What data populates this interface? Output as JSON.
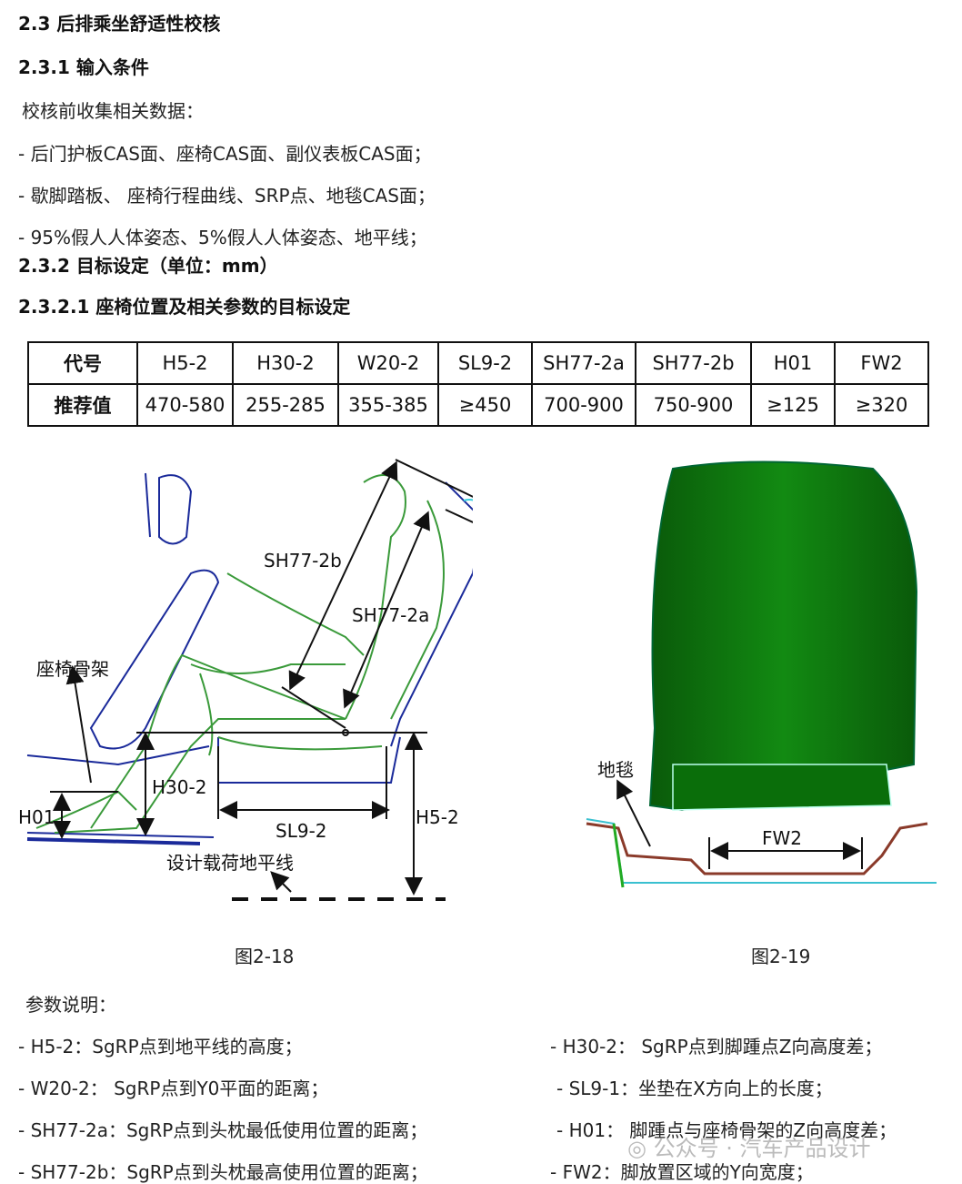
{
  "headings": {
    "h1": "2.3 后排乘坐舒适性校核",
    "h2": "2.3.1 输入条件",
    "h3": "2.3.2 目标设定（单位：mm）",
    "h4": "2.3.2.1 座椅位置及相关参数的目标设定"
  },
  "inputs": {
    "intro": "校核前收集相关数据：",
    "items": [
      "- 后门护板CAS面、座椅CAS面、副仪表板CAS面；",
      "- 歇脚踏板、 座椅行程曲线、SRP点、地毯CAS面；",
      "- 95%假人人体姿态、5%假人人体姿态、地平线；"
    ]
  },
  "table": {
    "header": [
      "代号",
      "H5-2",
      "H30-2",
      "W20-2",
      "SL9-2",
      "SH77-2a",
      "SH77-2b",
      "H01",
      "FW2"
    ],
    "row": [
      "推荐值",
      "470-580",
      "255-285",
      "355-385",
      "≥450",
      "700-900",
      "750-900",
      "≥125",
      "≥320"
    ]
  },
  "figure_left": {
    "caption": "图2-18",
    "labels": {
      "sh77_2b": "SH77-2b",
      "sh77_2a": "SH77-2a",
      "frame": "座椅骨架",
      "h30": "H30-2",
      "h01": "H01",
      "sl9": "SL9-2",
      "h5": "H5-2",
      "ground": "设计载荷地平线"
    }
  },
  "figure_right": {
    "caption": "图2-19",
    "labels": {
      "carpet": "地毯",
      "fw2": "FW2"
    }
  },
  "params": {
    "title": "参数说明：",
    "left": [
      "- H5-2：SgRP点到地平线的高度；",
      "- W20-2： SgRP点到Y0平面的距离；",
      "- SH77-2a：SgRP点到头枕最低使用位置的距离；",
      "- SH77-2b：SgRP点到头枕最高使用位置的距离；"
    ],
    "right": [
      "- H30-2： SgRP点到脚踵点Z向高度差；",
      "- SL9-1：坐垫在X方向上的长度；",
      "- H01： 脚踵点与座椅骨架的Z向高度差；",
      "- FW2：脚放置区域的Y向宽度；"
    ]
  },
  "watermark": "公众号 · 汽车产品设计",
  "colors": {
    "seat_green": "#0a6e0a",
    "manikin_green": "#3a9a3a",
    "outline_blue": "#1a2a9a",
    "floor_brown": "#8a3a2a"
  }
}
